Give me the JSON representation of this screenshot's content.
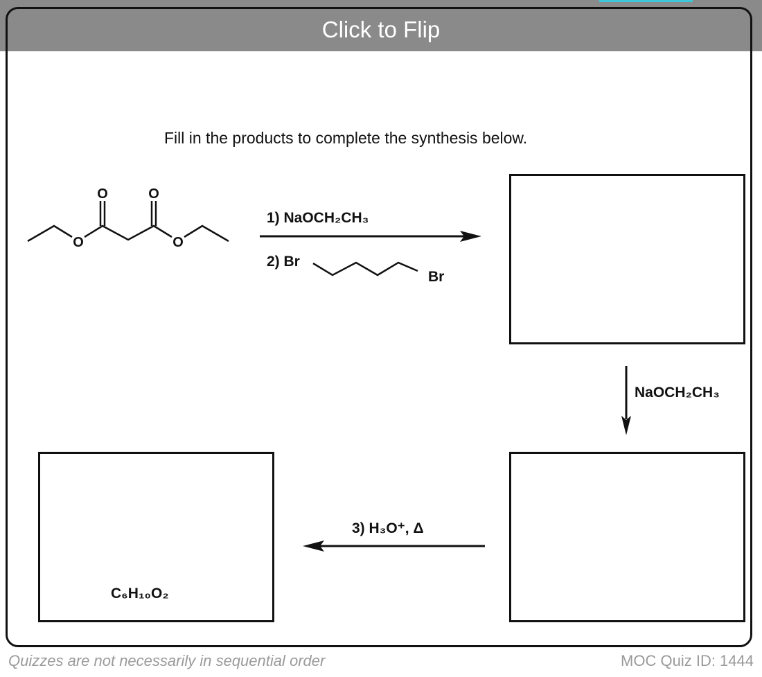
{
  "header": {
    "flip_label": "Click to Flip"
  },
  "question": {
    "instruction": "Fill in the products to complete the synthesis below."
  },
  "reaction": {
    "step1_reagent_1": "1)  NaOCH₂CH₃",
    "step1_reagent_2": "2) Br",
    "step1_br2": "Br",
    "step2_reagent": "NaOCH₂CH₃",
    "step3_reagent": "3)  H₃O⁺, Δ",
    "final_formula": "C₆H₁₀O₂",
    "atom_o": "O"
  },
  "footer": {
    "note": "Quizzes are not necessarily in sequential order",
    "quiz_id": "MOC Quiz ID: 1444"
  }
}
